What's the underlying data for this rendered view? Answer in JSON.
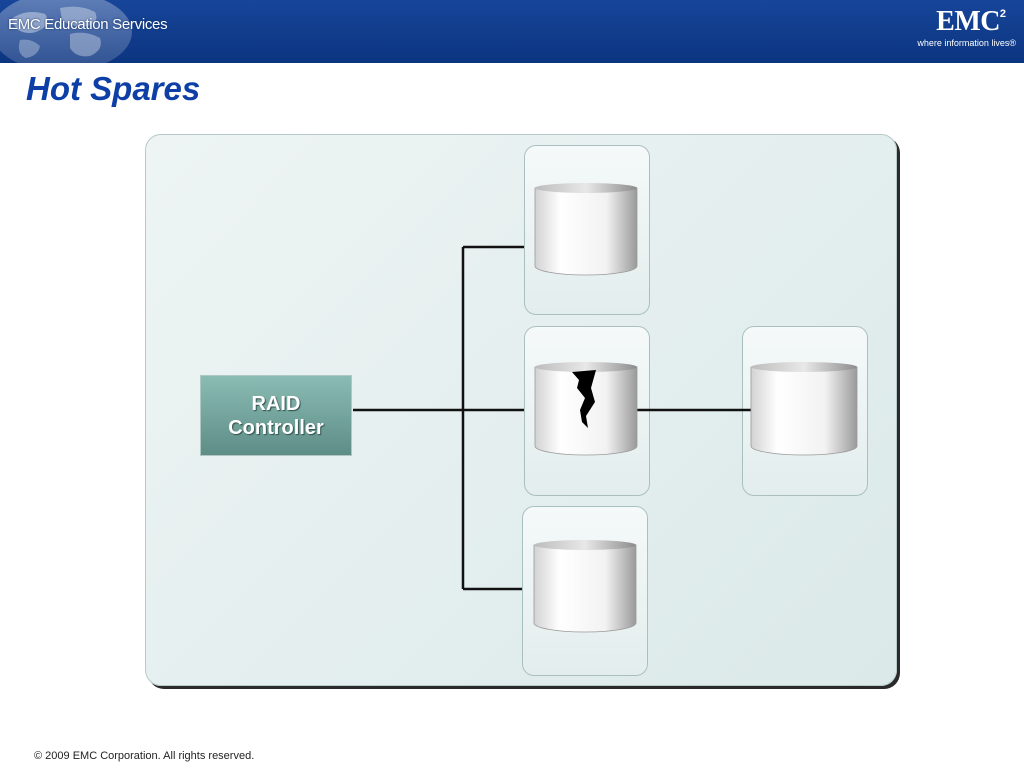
{
  "header": {
    "left_brand": "EMC Education Services",
    "logo_text": "EMC",
    "logo_superscript": "2",
    "logo_tagline": "where information lives®"
  },
  "slide": {
    "title": "Hot Spares"
  },
  "diagram": {
    "controller": {
      "line1": "RAID",
      "line2": "Controller"
    },
    "disks": [
      {
        "role": "member",
        "state": "healthy"
      },
      {
        "role": "member",
        "state": "failed",
        "icon": "crack-icon"
      },
      {
        "role": "member",
        "state": "healthy"
      },
      {
        "role": "hot-spare",
        "state": "healthy"
      }
    ],
    "colors": {
      "banner": "#0f3b8a",
      "title": "#0d3fa6",
      "controller": "#6fa39c",
      "panel": "#e3eeee"
    }
  },
  "footer": {
    "copyright": "© 2009 EMC Corporation. All rights reserved."
  }
}
